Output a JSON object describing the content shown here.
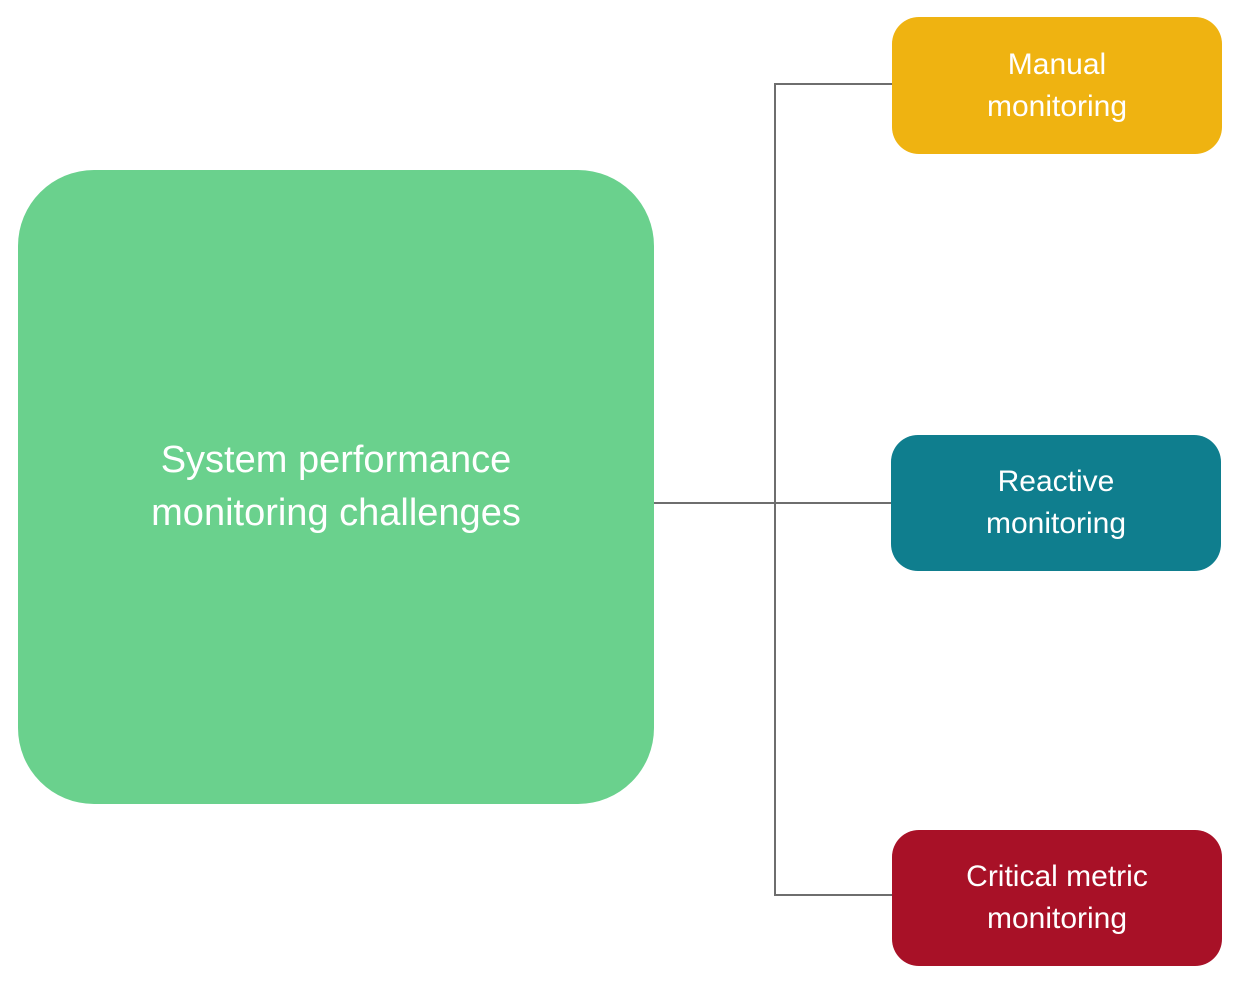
{
  "diagram": {
    "type": "mindmap",
    "background": "#FFFFFF",
    "connector_color": "#6E6E6E",
    "root": {
      "label": "System performance monitoring challenges",
      "color": "#6AD18D",
      "text_color": "#FFFFFF"
    },
    "branches": [
      {
        "label": "Manual monitoring",
        "color": "#EFB311",
        "text_color": "#FFFFFF"
      },
      {
        "label": "Reactive monitoring",
        "color": "#0F7E8E",
        "text_color": "#FFFFFF"
      },
      {
        "label": "Critical metric monitoring",
        "color": "#A81127",
        "text_color": "#FFFFFF"
      }
    ]
  }
}
